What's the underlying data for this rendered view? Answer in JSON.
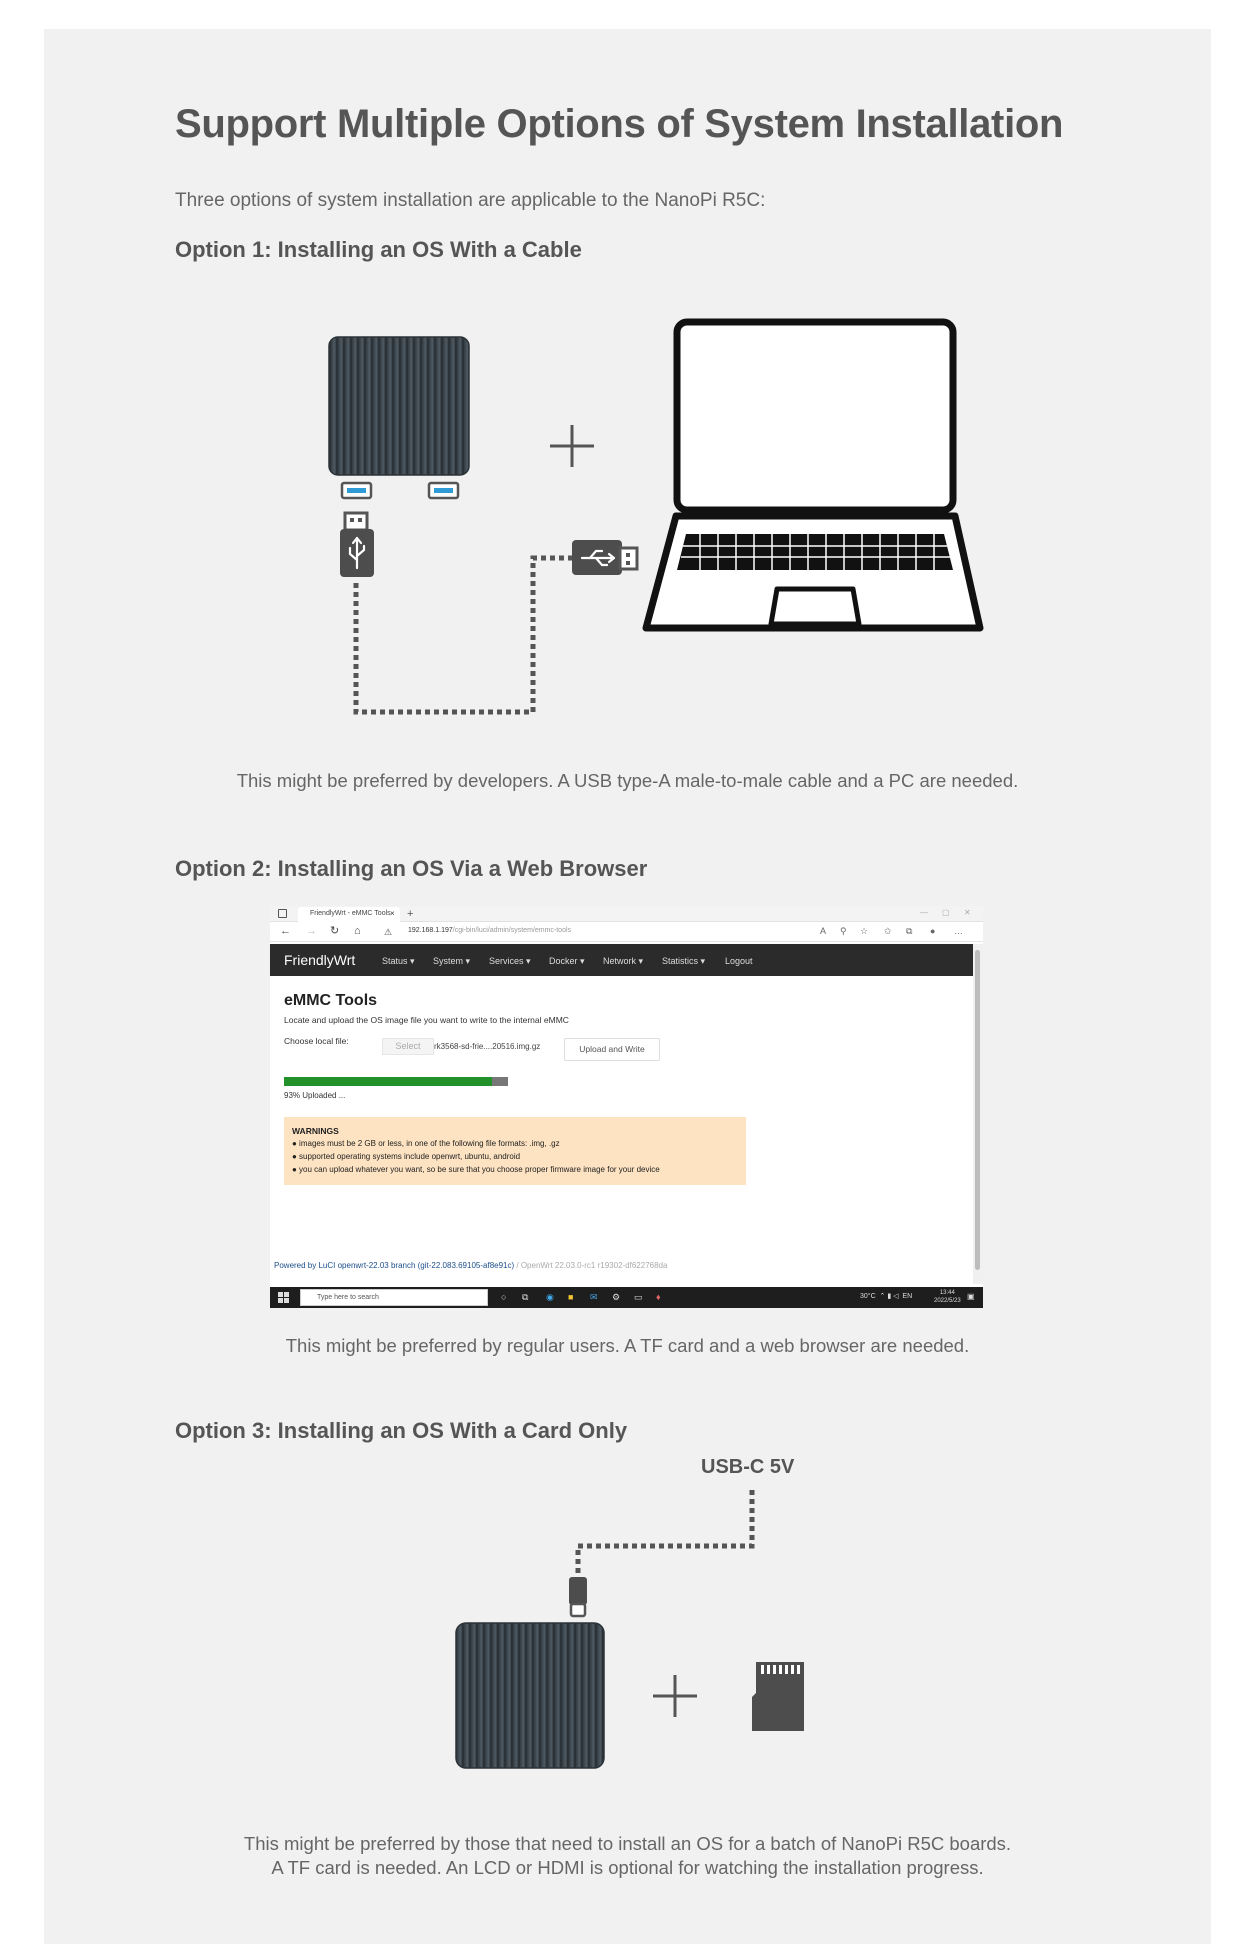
{
  "page": {
    "title": "Support Multiple Options of System Installation",
    "intro": "Three options of system installation are applicable to the NanoPi R5C:"
  },
  "option1": {
    "heading": "Option 1: Installing an OS With a Cable",
    "caption": "This might be preferred by developers. A USB type-A male-to-male cable and a PC are needed."
  },
  "option2": {
    "heading": "Option 2: Installing an OS Via a Web Browser",
    "caption": "This might be preferred by regular users. A TF card and a web browser are needed.",
    "browser": {
      "tab_title": "FriendlyWrt - eMMC Tools",
      "tab_close": "×",
      "tab_new": "+",
      "url_host": "192.168.1.197",
      "url_path": "/cgi-bin/luci/admin/system/emmc-tools",
      "brand": "FriendlyWrt",
      "menu": [
        "Status ▾",
        "System ▾",
        "Services ▾",
        "Docker ▾",
        "Network ▾",
        "Statistics ▾",
        "Logout"
      ],
      "page_title": "eMMC Tools",
      "description": "Locate and upload the OS image file you want to write to the internal eMMC",
      "choose_label": "Choose local file:",
      "select_label": "Select",
      "file_name": "rk3568-sd-frie....20516.img.gz",
      "upload_label": "Upload and Write",
      "progress": 0.93,
      "progress_text": "93% Uploaded ...",
      "warnings_title": "WARNINGS",
      "warnings": [
        "● images must be 2 GB or less, in one of the following file formats: .img, .gz",
        "● supported operating systems include openwrt, ubuntu, android",
        "● you can upload whatever you want, so be sure that you choose proper firmware image for your device"
      ],
      "footer_link": "Powered by LuCI openwrt-22.03 branch (git-22.083.69105-af8e91c)",
      "footer_version": " / OpenWrt 22.03.0-rc1 r19302-df622768da",
      "taskbar_search": "Type here to search",
      "temperature": "30°C",
      "language": "EN",
      "time": "13:44",
      "date": "2022/5/23"
    }
  },
  "option3": {
    "heading": "Option 3: Installing an OS With a Card Only",
    "power_label": "USB-C 5V",
    "caption_line1": "This might be preferred by those that need to install an OS for a batch of NanoPi R5C boards.",
    "caption_line2": "A TF card is needed. An LCD or HDMI is optional for watching the installation progress."
  },
  "colors": {
    "panel_bg": "#f1f1f1",
    "heading_text": "#555555",
    "device_dark": "#3c464c",
    "usb_port_blue": "#2f9bd6",
    "progress_green": "#22912a",
    "warning_bg": "#fde3c2",
    "luci_nav_bg": "#2b2b2b"
  }
}
